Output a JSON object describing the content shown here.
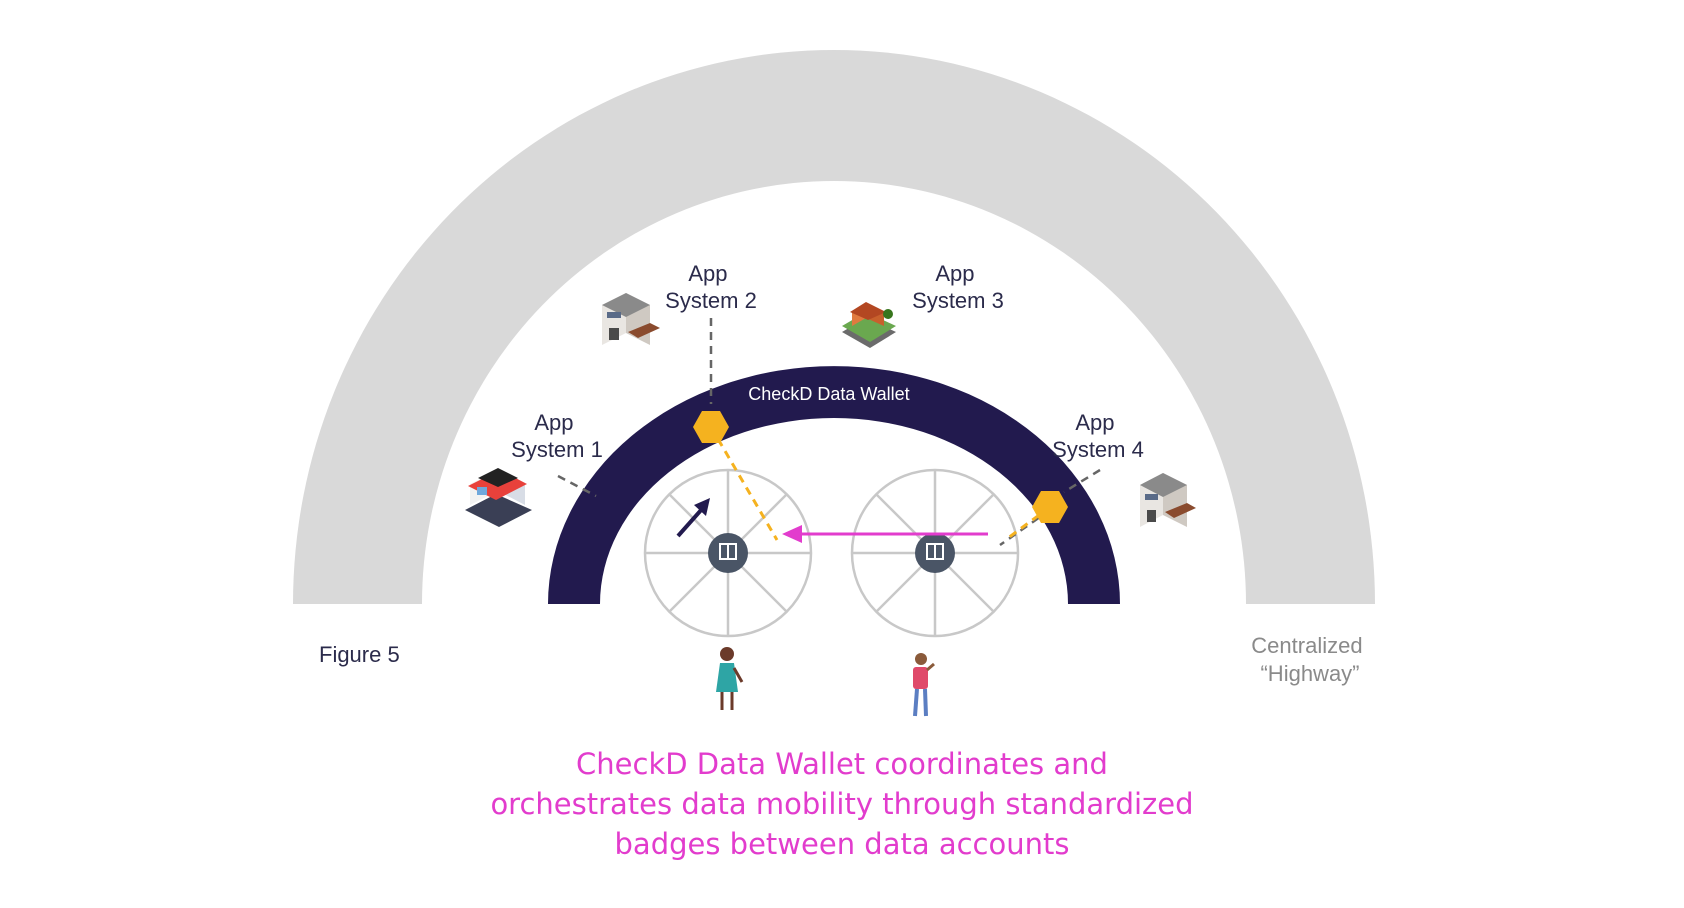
{
  "figure_label": "Figure 5",
  "highway_label": {
    "line1": "Centralized",
    "line2": "“Highway”"
  },
  "wallet_label": "CheckD Data Wallet",
  "app_systems": [
    {
      "line1": "App",
      "line2": "System 1"
    },
    {
      "line1": "App",
      "line2": "System 2"
    },
    {
      "line1": "App",
      "line2": "System 3"
    },
    {
      "line1": "App",
      "line2": "System 4"
    }
  ],
  "caption": {
    "line1": "CheckD Data Wallet coordinates and",
    "line2": "orchestrates data mobility through standardized",
    "line3": "badges between data accounts"
  },
  "colors": {
    "highway": "#d9d9d9",
    "wallet": "#221a4e",
    "badge": "#f5b21f",
    "flow_arrow": "#e23ccd",
    "caption": "#e23ccd"
  }
}
